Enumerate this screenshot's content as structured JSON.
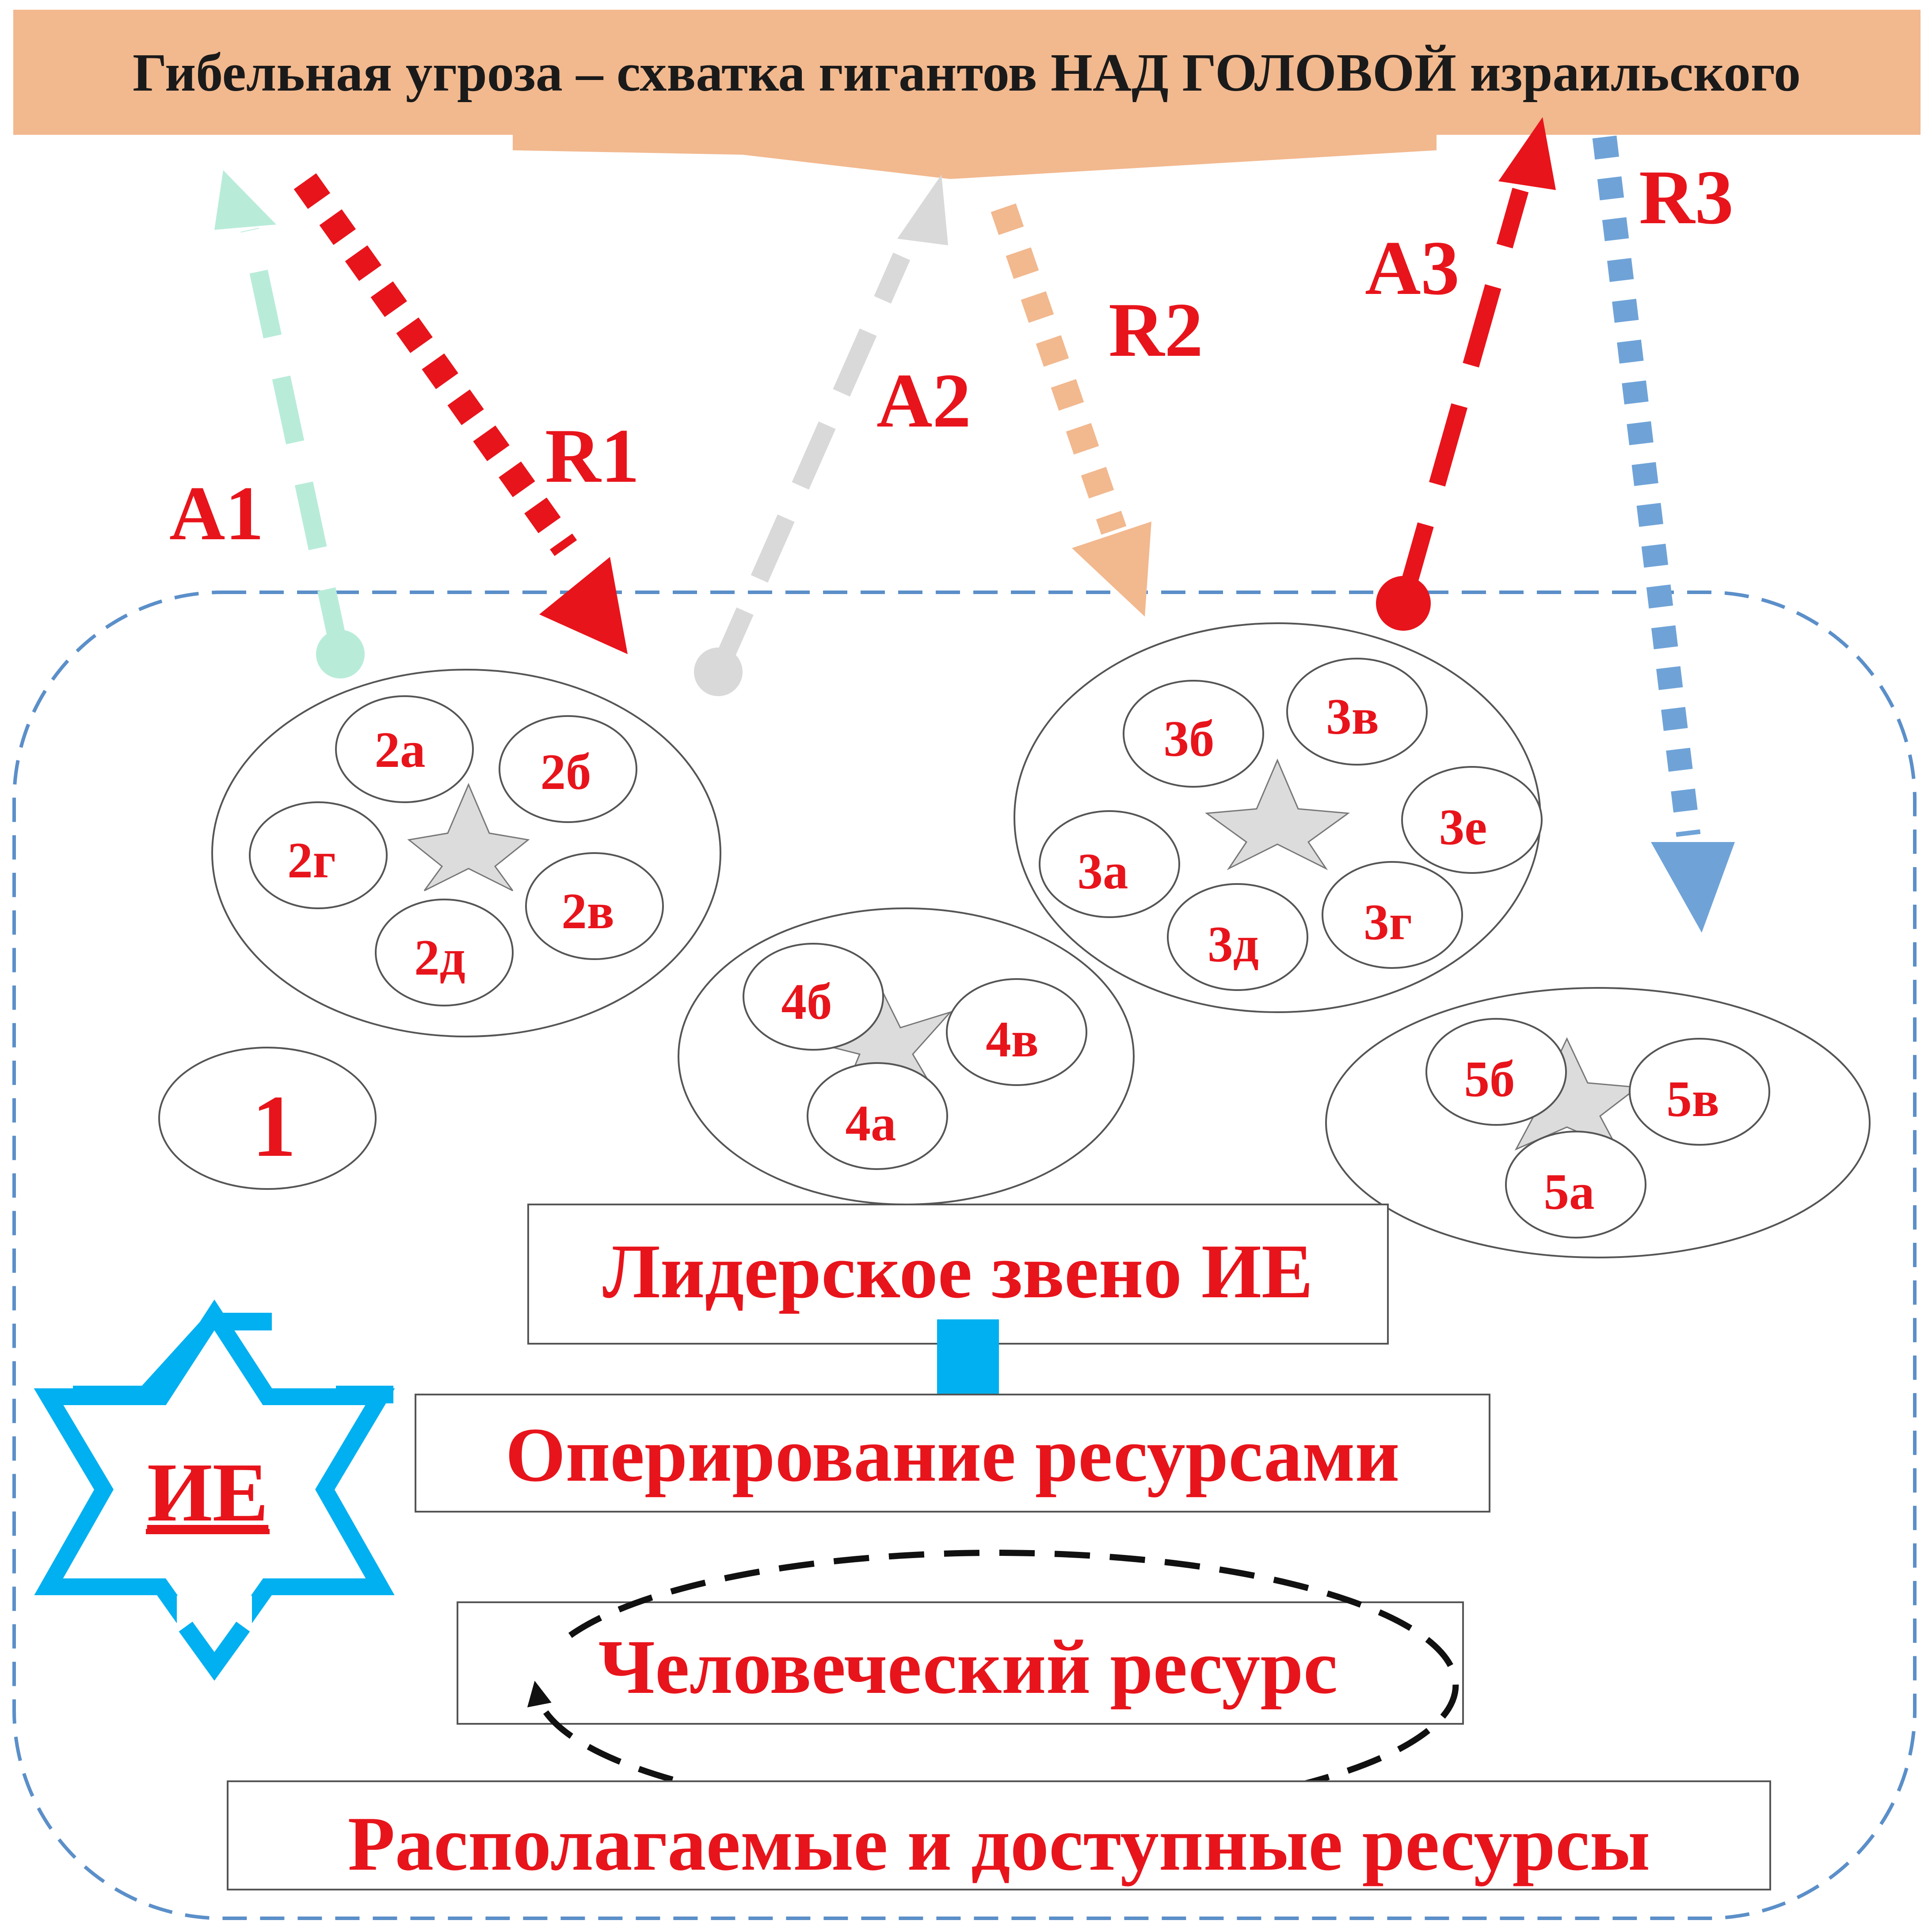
{
  "banner": {
    "title": "Гибельная угроза – схватка гигантов НАД ГОЛОВОЙ израильского"
  },
  "arrows": {
    "a1": "A1",
    "r1": "R1",
    "a2": "A2",
    "r2": "R2",
    "a3": "A3",
    "r3": "R3"
  },
  "groups": {
    "g1": "1",
    "g2": [
      "2а",
      "2б",
      "2в",
      "2г",
      "2д"
    ],
    "g3": [
      "3а",
      "3б",
      "3в",
      "3г",
      "3д",
      "3е"
    ],
    "g4": [
      "4а",
      "4б",
      "4в"
    ],
    "g5": [
      "5а",
      "5б",
      "5в"
    ]
  },
  "blocks": {
    "leader": "Лидерское звено ИЕ",
    "operate": "Оперирование ресурсами",
    "human": "Человеческий ресурс",
    "available": "Располагаемые и доступные ресурсы"
  },
  "emblem": {
    "label": "ИЕ"
  },
  "colors": {
    "red": "#e8141b",
    "banner": "#f2b88e",
    "teal": "#b8ecd9",
    "gray": "#d9d9d9",
    "blue": "#5b9bd5",
    "cyan": "#00b0f0",
    "star": "#dcdcdc"
  }
}
